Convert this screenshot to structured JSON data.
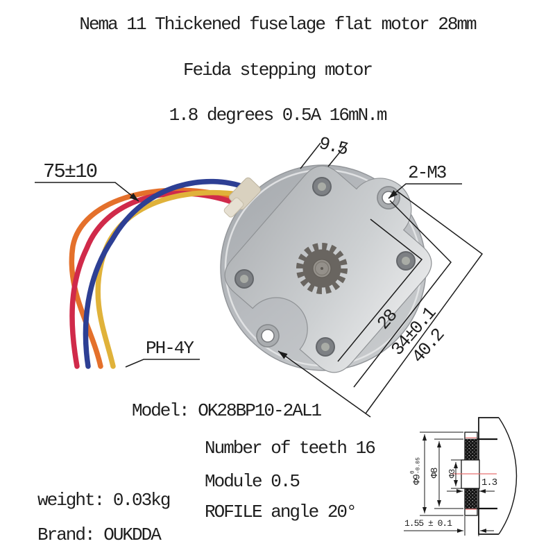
{
  "header": {
    "title": "Nema 11 Thickened fuselage flat motor 28mm",
    "subtitle": "Feida stepping motor",
    "spec_line": "1.8 degrees 0.5A 16mN.m"
  },
  "callouts": {
    "top_width": "9.5",
    "mount_holes": "2-M3",
    "lead_length": "75±10",
    "connector_type": "PH-4Y",
    "body_width": "28",
    "hole_spacing": "34±0.1",
    "overall_width": "40.2"
  },
  "details": {
    "model": "Model: OK28BP10-2AL1",
    "teeth": "Number of teeth 16",
    "module": "Module 0.5",
    "profile_angle": "ROFILE angle 20°",
    "weight": "weight: 0.03kg",
    "brand": "Brand: OUKDDA"
  },
  "gear_drawing": {
    "dia_outer": "Φ9",
    "dia_outer_tol_upper": "0",
    "dia_outer_tol_lower": "-0.05",
    "dia_teeth": "Φ8",
    "dia_bore": "Φ3",
    "tooth_width": "1.3",
    "thickness": "1.55 ± 0.1"
  },
  "colors": {
    "wire_red": "#d02a4a",
    "wire_blue": "#2d3f94",
    "wire_orange": "#e4702b",
    "wire_yellow": "#e0b23a",
    "centerline_red": "#e87272",
    "dimension_line": "#1c1c1c"
  }
}
